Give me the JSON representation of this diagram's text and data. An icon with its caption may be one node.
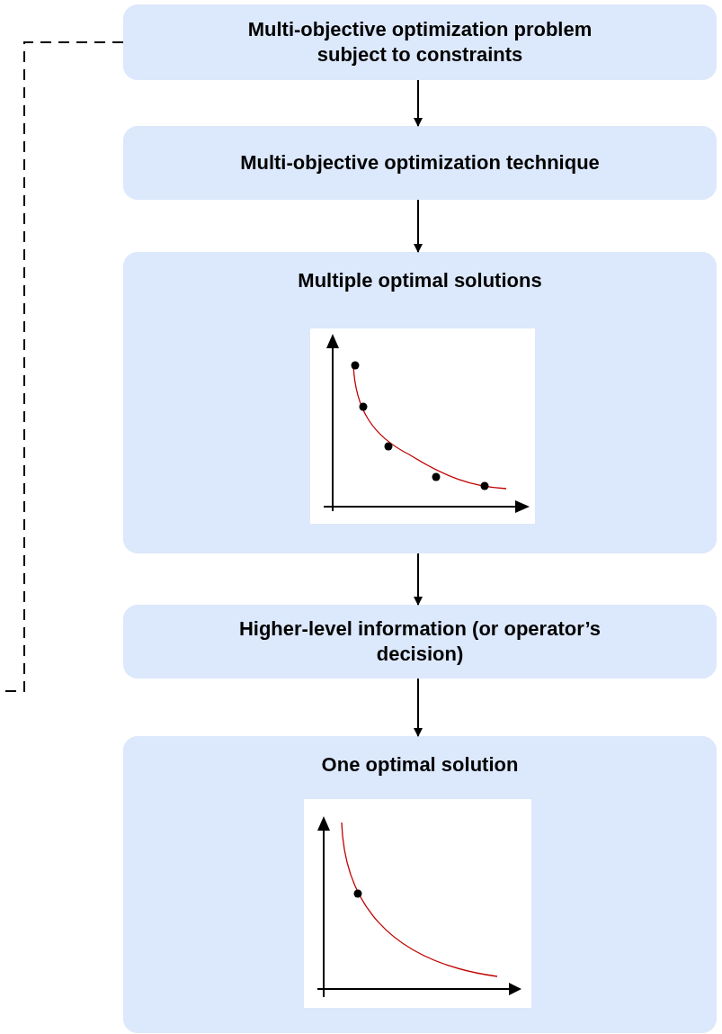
{
  "diagram": {
    "nodes": [
      {
        "text": [
          "Multi-objective optimization problem subject to constraints"
        ]
      },
      {
        "text": [
          "Multi-objective optimization technique"
        ]
      },
      {
        "text": [
          "Multiple optimal solutions"
        ]
      },
      {
        "text": [
          "Higher-level information (or operator’s decision)"
        ]
      },
      {
        "text": [
          "One optimal solution"
        ]
      }
    ],
    "edges": [
      {
        "from": 0,
        "to": 1,
        "arrow": "to"
      },
      {
        "from": 1,
        "to": 2,
        "arrow": "to"
      },
      {
        "from": 2,
        "to": 3,
        "arrow": "to"
      },
      {
        "from": 3,
        "to": 4,
        "arrow": "to"
      },
      {
        "from": 0,
        "to": null,
        "arrow": "none",
        "style": "dashed"
      }
    ]
  }
}
